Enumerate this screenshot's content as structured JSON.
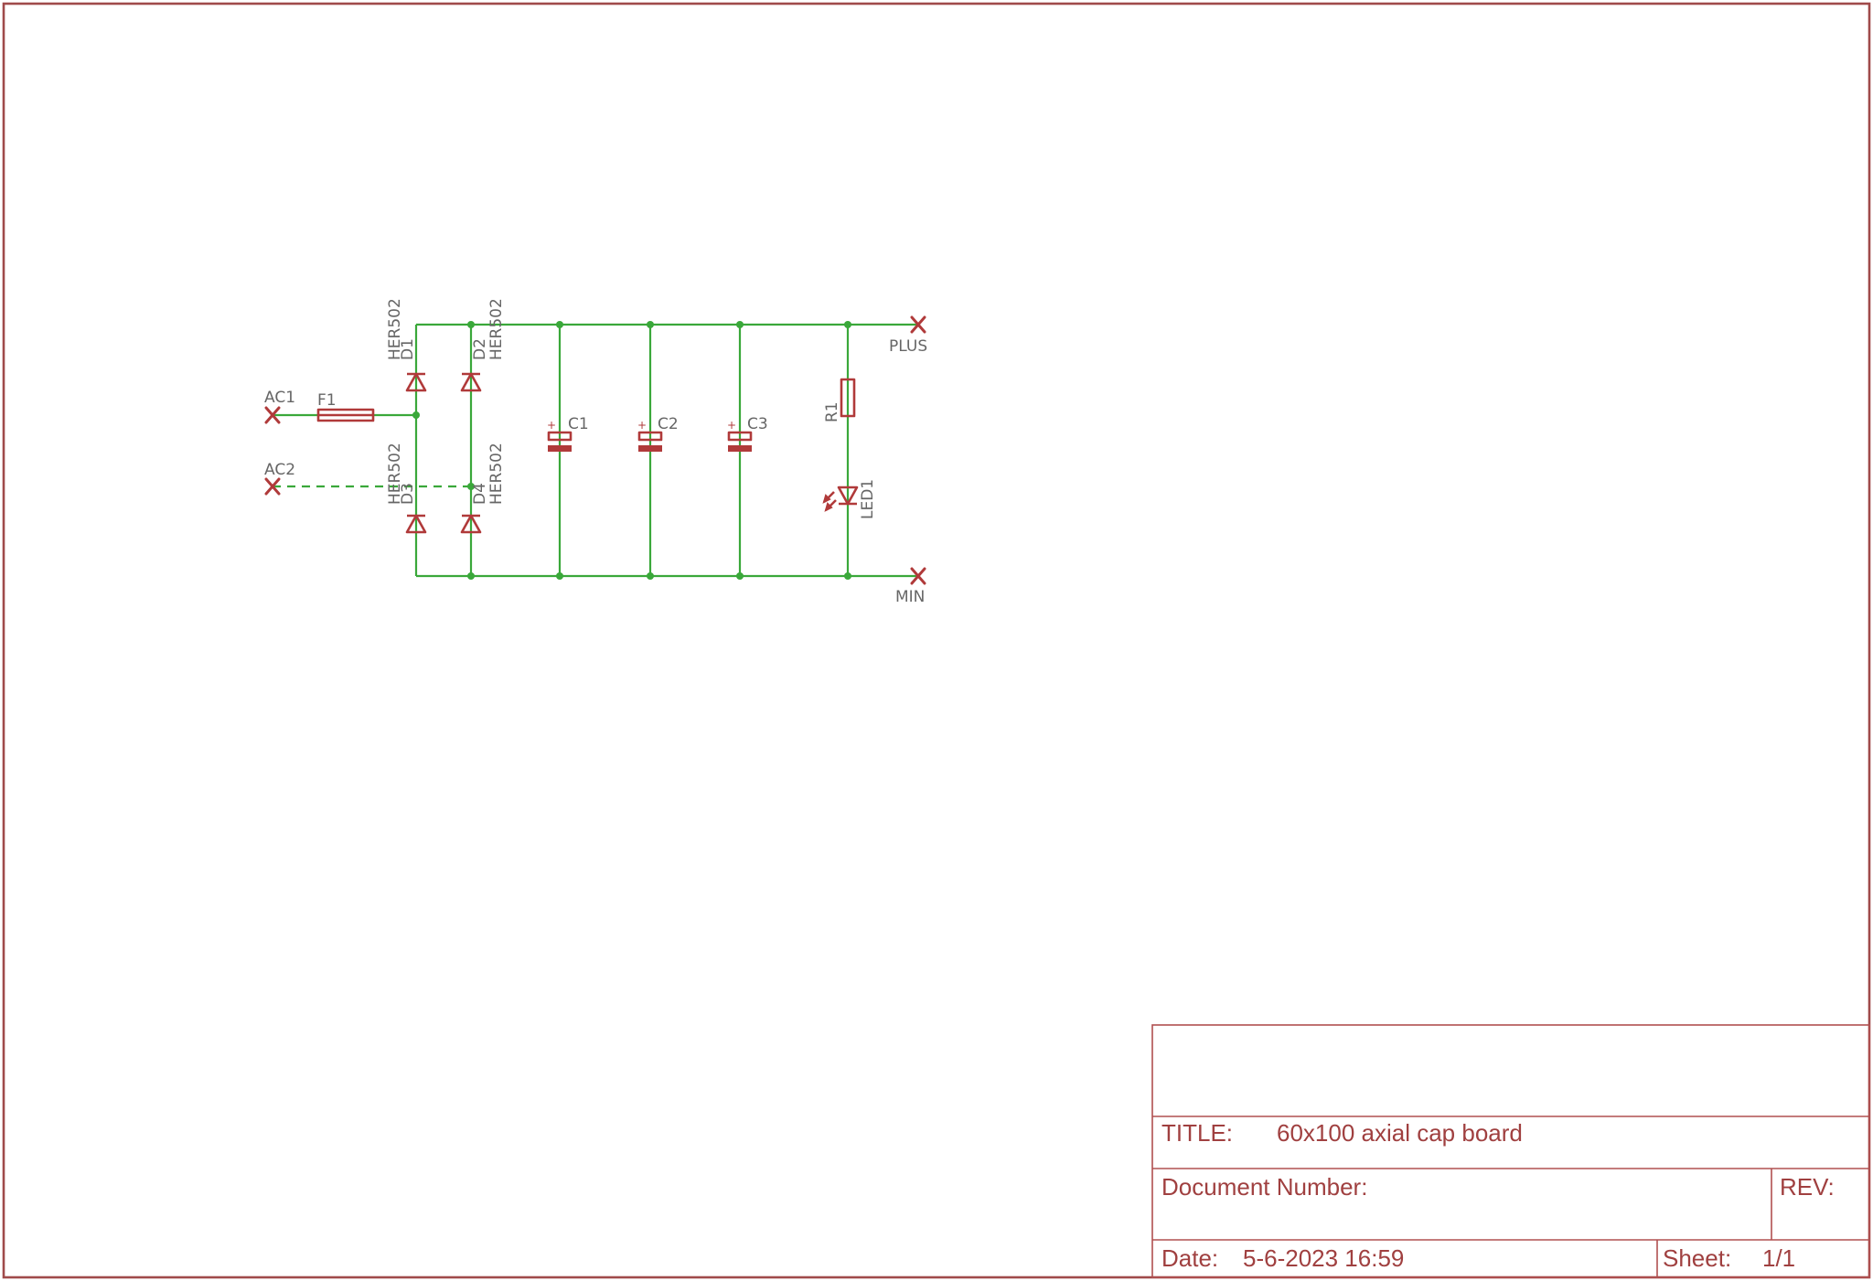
{
  "title_block": {
    "title_label": "TITLE:",
    "title_value": "60x100 axial cap board",
    "doc_number_label": "Document Number:",
    "rev_label": "REV:",
    "date_label": "Date:",
    "date_value": "5-6-2023 16:59",
    "sheet_label": "Sheet:",
    "sheet_value": "1/1"
  },
  "connectors": {
    "ac1": "AC1",
    "ac2": "AC2",
    "plus": "PLUS",
    "min": "MIN"
  },
  "parts": {
    "fuse": "F1",
    "d1": {
      "name": "D1",
      "value": "HER502"
    },
    "d2": {
      "name": "D2",
      "value": "HER502"
    },
    "d3": {
      "name": "D3",
      "value": "HER502"
    },
    "d4": {
      "name": "D4",
      "value": "HER502"
    },
    "c1": "C1",
    "c2": "C2",
    "c3": "C3",
    "r1": "R1",
    "led1": "LED1",
    "cap_polarity_mark": "+"
  },
  "colors": {
    "frame": "#a04a4a",
    "wire": "#3aa83a",
    "symbol": "#b03a3a",
    "label": "#666666"
  }
}
